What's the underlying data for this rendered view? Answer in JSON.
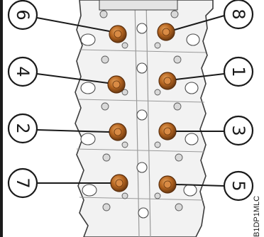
{
  "figure": {
    "reference_code": "B1DP1MLC",
    "palette": {
      "casting": "#f2f2f2",
      "casting_outline": "#3c3c3c",
      "bolt_dark": "#6b3a12",
      "bolt_mid": "#b3631f",
      "bolt_light": "#e6a15a",
      "callout": "#1a1a1a"
    },
    "callouts": [
      {
        "id": "bolt-6",
        "label": "6"
      },
      {
        "id": "bolt-8",
        "label": "8"
      },
      {
        "id": "bolt-4",
        "label": "4"
      },
      {
        "id": "bolt-1",
        "label": "1"
      },
      {
        "id": "bolt-2",
        "label": "2"
      },
      {
        "id": "bolt-3",
        "label": "3"
      },
      {
        "id": "bolt-7",
        "label": "7"
      },
      {
        "id": "bolt-5",
        "label": "5"
      }
    ]
  }
}
